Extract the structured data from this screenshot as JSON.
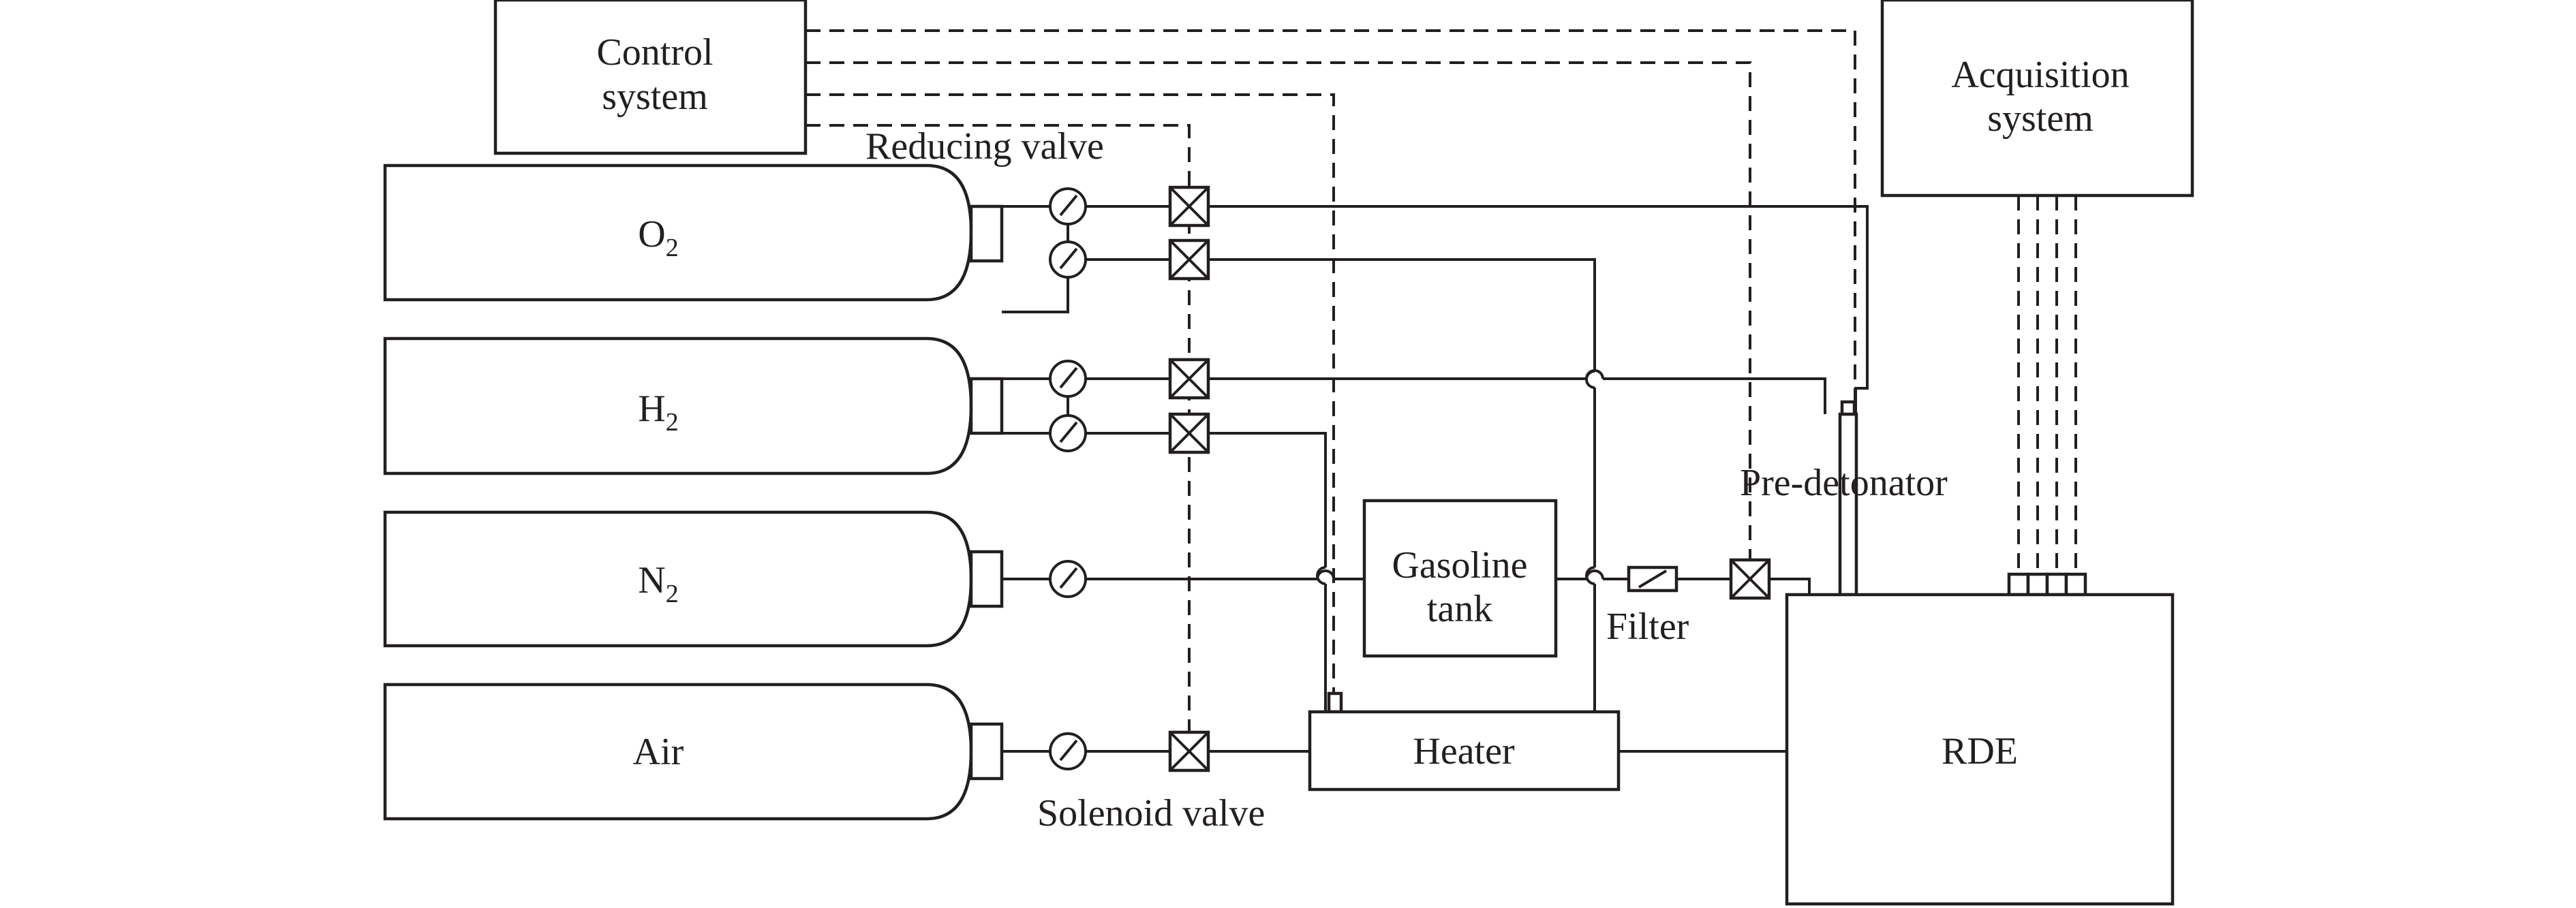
{
  "diagram": {
    "control_system": {
      "line1": "Control",
      "line2": "system"
    },
    "acquisition_system": {
      "line1": "Acquisition",
      "line2": "system"
    },
    "cylinders": [
      {
        "label": "O",
        "sub": "2"
      },
      {
        "label": "H",
        "sub": "2"
      },
      {
        "label": "N",
        "sub": "2"
      },
      {
        "label": "Air",
        "sub": ""
      }
    ],
    "labels": {
      "reducing_valve": "Reducing valve",
      "solenoid_valve": "Solenoid valve",
      "gasoline_tank_line1": "Gasoline",
      "gasoline_tank_line2": "tank",
      "heater": "Heater",
      "filter": "Filter",
      "pre_detonator": "Pre-detonator",
      "rde": "RDE"
    }
  }
}
